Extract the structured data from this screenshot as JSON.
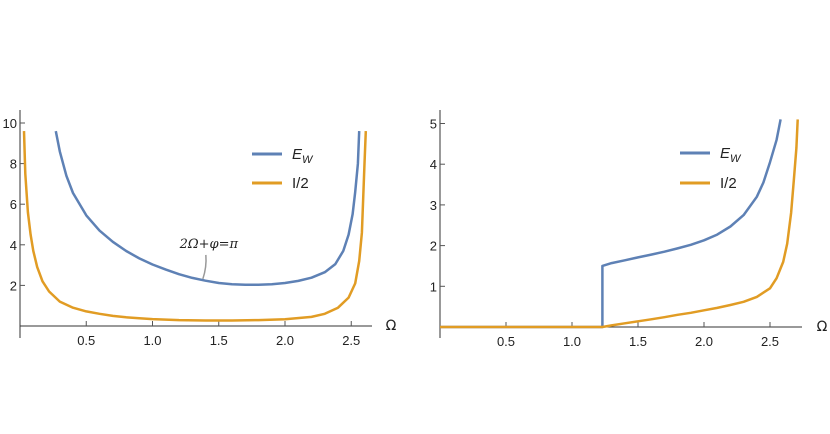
{
  "chart_data": [
    {
      "type": "line",
      "xlabel": "Ω",
      "xlim": [
        0,
        2.65
      ],
      "ylim": [
        0,
        10
      ],
      "x_ticks": [
        "0.5",
        "1.0",
        "1.5",
        "2.0",
        "2.5"
      ],
      "y_ticks": [
        "2",
        "4",
        "6",
        "8",
        "10"
      ],
      "legend": {
        "position": "top-right",
        "entries": [
          "E_W",
          "I/2"
        ]
      },
      "annotation": {
        "text": "2Ω+φ=π",
        "x": 1.38,
        "y": 2.22
      },
      "series": [
        {
          "name": "E_W",
          "color": "#5e81b5",
          "points": [
            [
              0.27,
              9.6
            ],
            [
              0.3,
              8.6
            ],
            [
              0.35,
              7.4
            ],
            [
              0.4,
              6.55
            ],
            [
              0.5,
              5.45
            ],
            [
              0.6,
              4.7
            ],
            [
              0.7,
              4.15
            ],
            [
              0.8,
              3.7
            ],
            [
              0.9,
              3.33
            ],
            [
              1.0,
              3.03
            ],
            [
              1.1,
              2.78
            ],
            [
              1.2,
              2.55
            ],
            [
              1.3,
              2.37
            ],
            [
              1.4,
              2.23
            ],
            [
              1.5,
              2.12
            ],
            [
              1.6,
              2.06
            ],
            [
              1.7,
              2.03
            ],
            [
              1.8,
              2.03
            ],
            [
              1.9,
              2.06
            ],
            [
              2.0,
              2.12
            ],
            [
              2.1,
              2.22
            ],
            [
              2.2,
              2.38
            ],
            [
              2.3,
              2.65
            ],
            [
              2.38,
              3.05
            ],
            [
              2.44,
              3.7
            ],
            [
              2.48,
              4.5
            ],
            [
              2.51,
              5.5
            ],
            [
              2.53,
              6.6
            ],
            [
              2.55,
              8.0
            ],
            [
              2.56,
              9.6
            ]
          ]
        },
        {
          "name": "I/2",
          "color": "#e19c24",
          "points": [
            [
              0.03,
              9.6
            ],
            [
              0.04,
              7.5
            ],
            [
              0.06,
              5.6
            ],
            [
              0.08,
              4.5
            ],
            [
              0.1,
              3.7
            ],
            [
              0.13,
              2.9
            ],
            [
              0.17,
              2.2
            ],
            [
              0.22,
              1.7
            ],
            [
              0.3,
              1.2
            ],
            [
              0.4,
              0.9
            ],
            [
              0.5,
              0.72
            ],
            [
              0.6,
              0.6
            ],
            [
              0.7,
              0.5
            ],
            [
              0.8,
              0.43
            ],
            [
              0.9,
              0.38
            ],
            [
              1.0,
              0.34
            ],
            [
              1.2,
              0.29
            ],
            [
              1.4,
              0.27
            ],
            [
              1.6,
              0.27
            ],
            [
              1.8,
              0.29
            ],
            [
              2.0,
              0.33
            ],
            [
              2.2,
              0.45
            ],
            [
              2.3,
              0.6
            ],
            [
              2.4,
              0.9
            ],
            [
              2.48,
              1.4
            ],
            [
              2.53,
              2.1
            ],
            [
              2.56,
              3.2
            ],
            [
              2.58,
              4.6
            ],
            [
              2.59,
              6.3
            ],
            [
              2.6,
              8.0
            ],
            [
              2.61,
              9.6
            ]
          ]
        }
      ]
    },
    {
      "type": "line",
      "xlabel": "Ω",
      "xlim": [
        0,
        2.8
      ],
      "ylim": [
        0,
        5
      ],
      "x_ticks": [
        "0.5",
        "1.0",
        "1.5",
        "2.0",
        "2.5"
      ],
      "y_ticks": [
        "1",
        "2",
        "3",
        "4",
        "5"
      ],
      "legend": {
        "position": "top-right",
        "entries": [
          "E_W",
          "I/2"
        ]
      },
      "series": [
        {
          "name": "E_W",
          "color": "#5e81b5",
          "points": [
            [
              0,
              0
            ],
            [
              1.23,
              0
            ],
            [
              1.23,
              1.5
            ],
            [
              1.3,
              1.57
            ],
            [
              1.4,
              1.64
            ],
            [
              1.5,
              1.71
            ],
            [
              1.6,
              1.78
            ],
            [
              1.7,
              1.85
            ],
            [
              1.8,
              1.93
            ],
            [
              1.9,
              2.02
            ],
            [
              2.0,
              2.13
            ],
            [
              2.1,
              2.27
            ],
            [
              2.2,
              2.47
            ],
            [
              2.3,
              2.75
            ],
            [
              2.4,
              3.2
            ],
            [
              2.45,
              3.55
            ],
            [
              2.5,
              4.05
            ],
            [
              2.55,
              4.6
            ],
            [
              2.58,
              5.1
            ]
          ]
        },
        {
          "name": "I/2",
          "color": "#e19c24",
          "points": [
            [
              0,
              0
            ],
            [
              1.23,
              0
            ],
            [
              1.3,
              0.04
            ],
            [
              1.4,
              0.09
            ],
            [
              1.5,
              0.14
            ],
            [
              1.6,
              0.19
            ],
            [
              1.7,
              0.24
            ],
            [
              1.8,
              0.3
            ],
            [
              1.9,
              0.35
            ],
            [
              2.0,
              0.41
            ],
            [
              2.1,
              0.47
            ],
            [
              2.2,
              0.54
            ],
            [
              2.3,
              0.62
            ],
            [
              2.4,
              0.74
            ],
            [
              2.5,
              0.95
            ],
            [
              2.55,
              1.2
            ],
            [
              2.6,
              1.6
            ],
            [
              2.63,
              2.05
            ],
            [
              2.66,
              2.8
            ],
            [
              2.68,
              3.6
            ],
            [
              2.7,
              4.4
            ],
            [
              2.71,
              5.1
            ]
          ]
        }
      ]
    }
  ]
}
